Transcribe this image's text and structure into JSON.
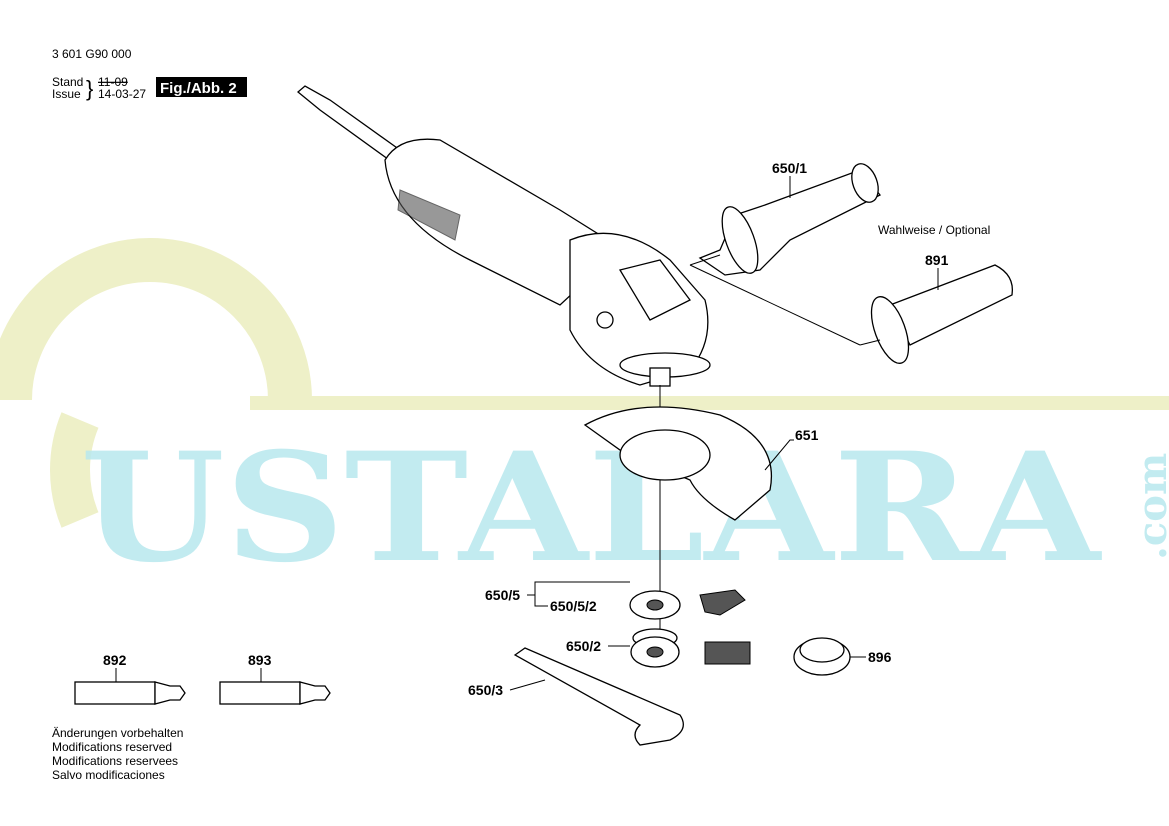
{
  "header": {
    "doc_number": "3 601 G90 000",
    "stand_label": "Stand",
    "issue_label": "Issue",
    "stand_value_struck": "11-09",
    "issue_value": "14-03-27",
    "figure_label": "Fig./Abb. 2"
  },
  "watermark": {
    "text": "USTALARA",
    "suffix": ".com"
  },
  "parts": {
    "p650_1": "650/1",
    "optional": "Wahlweise / Optional",
    "p891": "891",
    "p651": "651",
    "p650_5": "650/5",
    "p650_5_2": "650/5/2",
    "p650_2": "650/2",
    "p896": "896",
    "p650_3": "650/3",
    "p892": "892",
    "p893": "893"
  },
  "footer": {
    "lines": [
      "Änderungen vorbehalten",
      "Modifications reserved",
      "Modifications reservees",
      "Salvo modificaciones"
    ]
  }
}
